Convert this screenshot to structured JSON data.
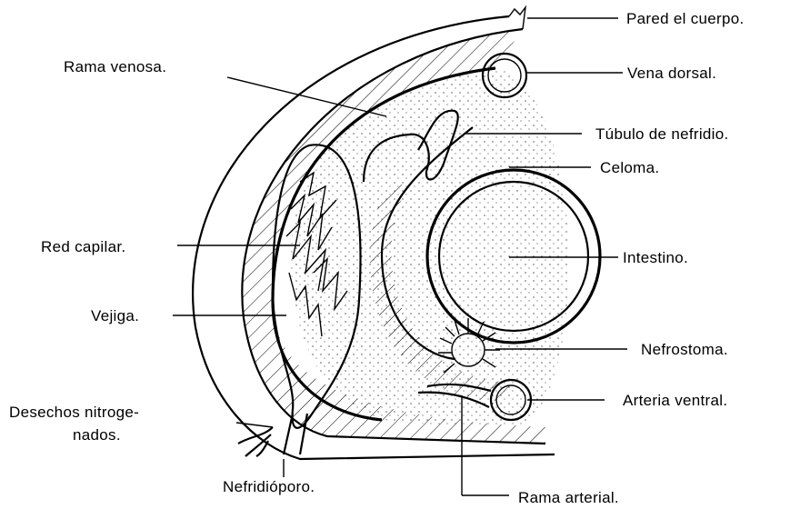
{
  "labels": {
    "pared_cuerpo": "Pared el cuerpo.",
    "vena_dorsal": "Vena dorsal.",
    "rama_venosa": "Rama venosa.",
    "tubulo_nefridio": "Túbulo de nefridio.",
    "celoma": "Celoma.",
    "red_capilar": "Red capilar.",
    "intestino": "Intestino.",
    "vejiga": "Vejiga.",
    "nefrostoma": "Nefrostoma.",
    "arteria_ventral": "Arteria ventral.",
    "desechos_1": "Desechos nitroge-",
    "desechos_2": "nados.",
    "nefridioporo": "Nefridióporo.",
    "rama_arterial": "Rama arterial."
  }
}
